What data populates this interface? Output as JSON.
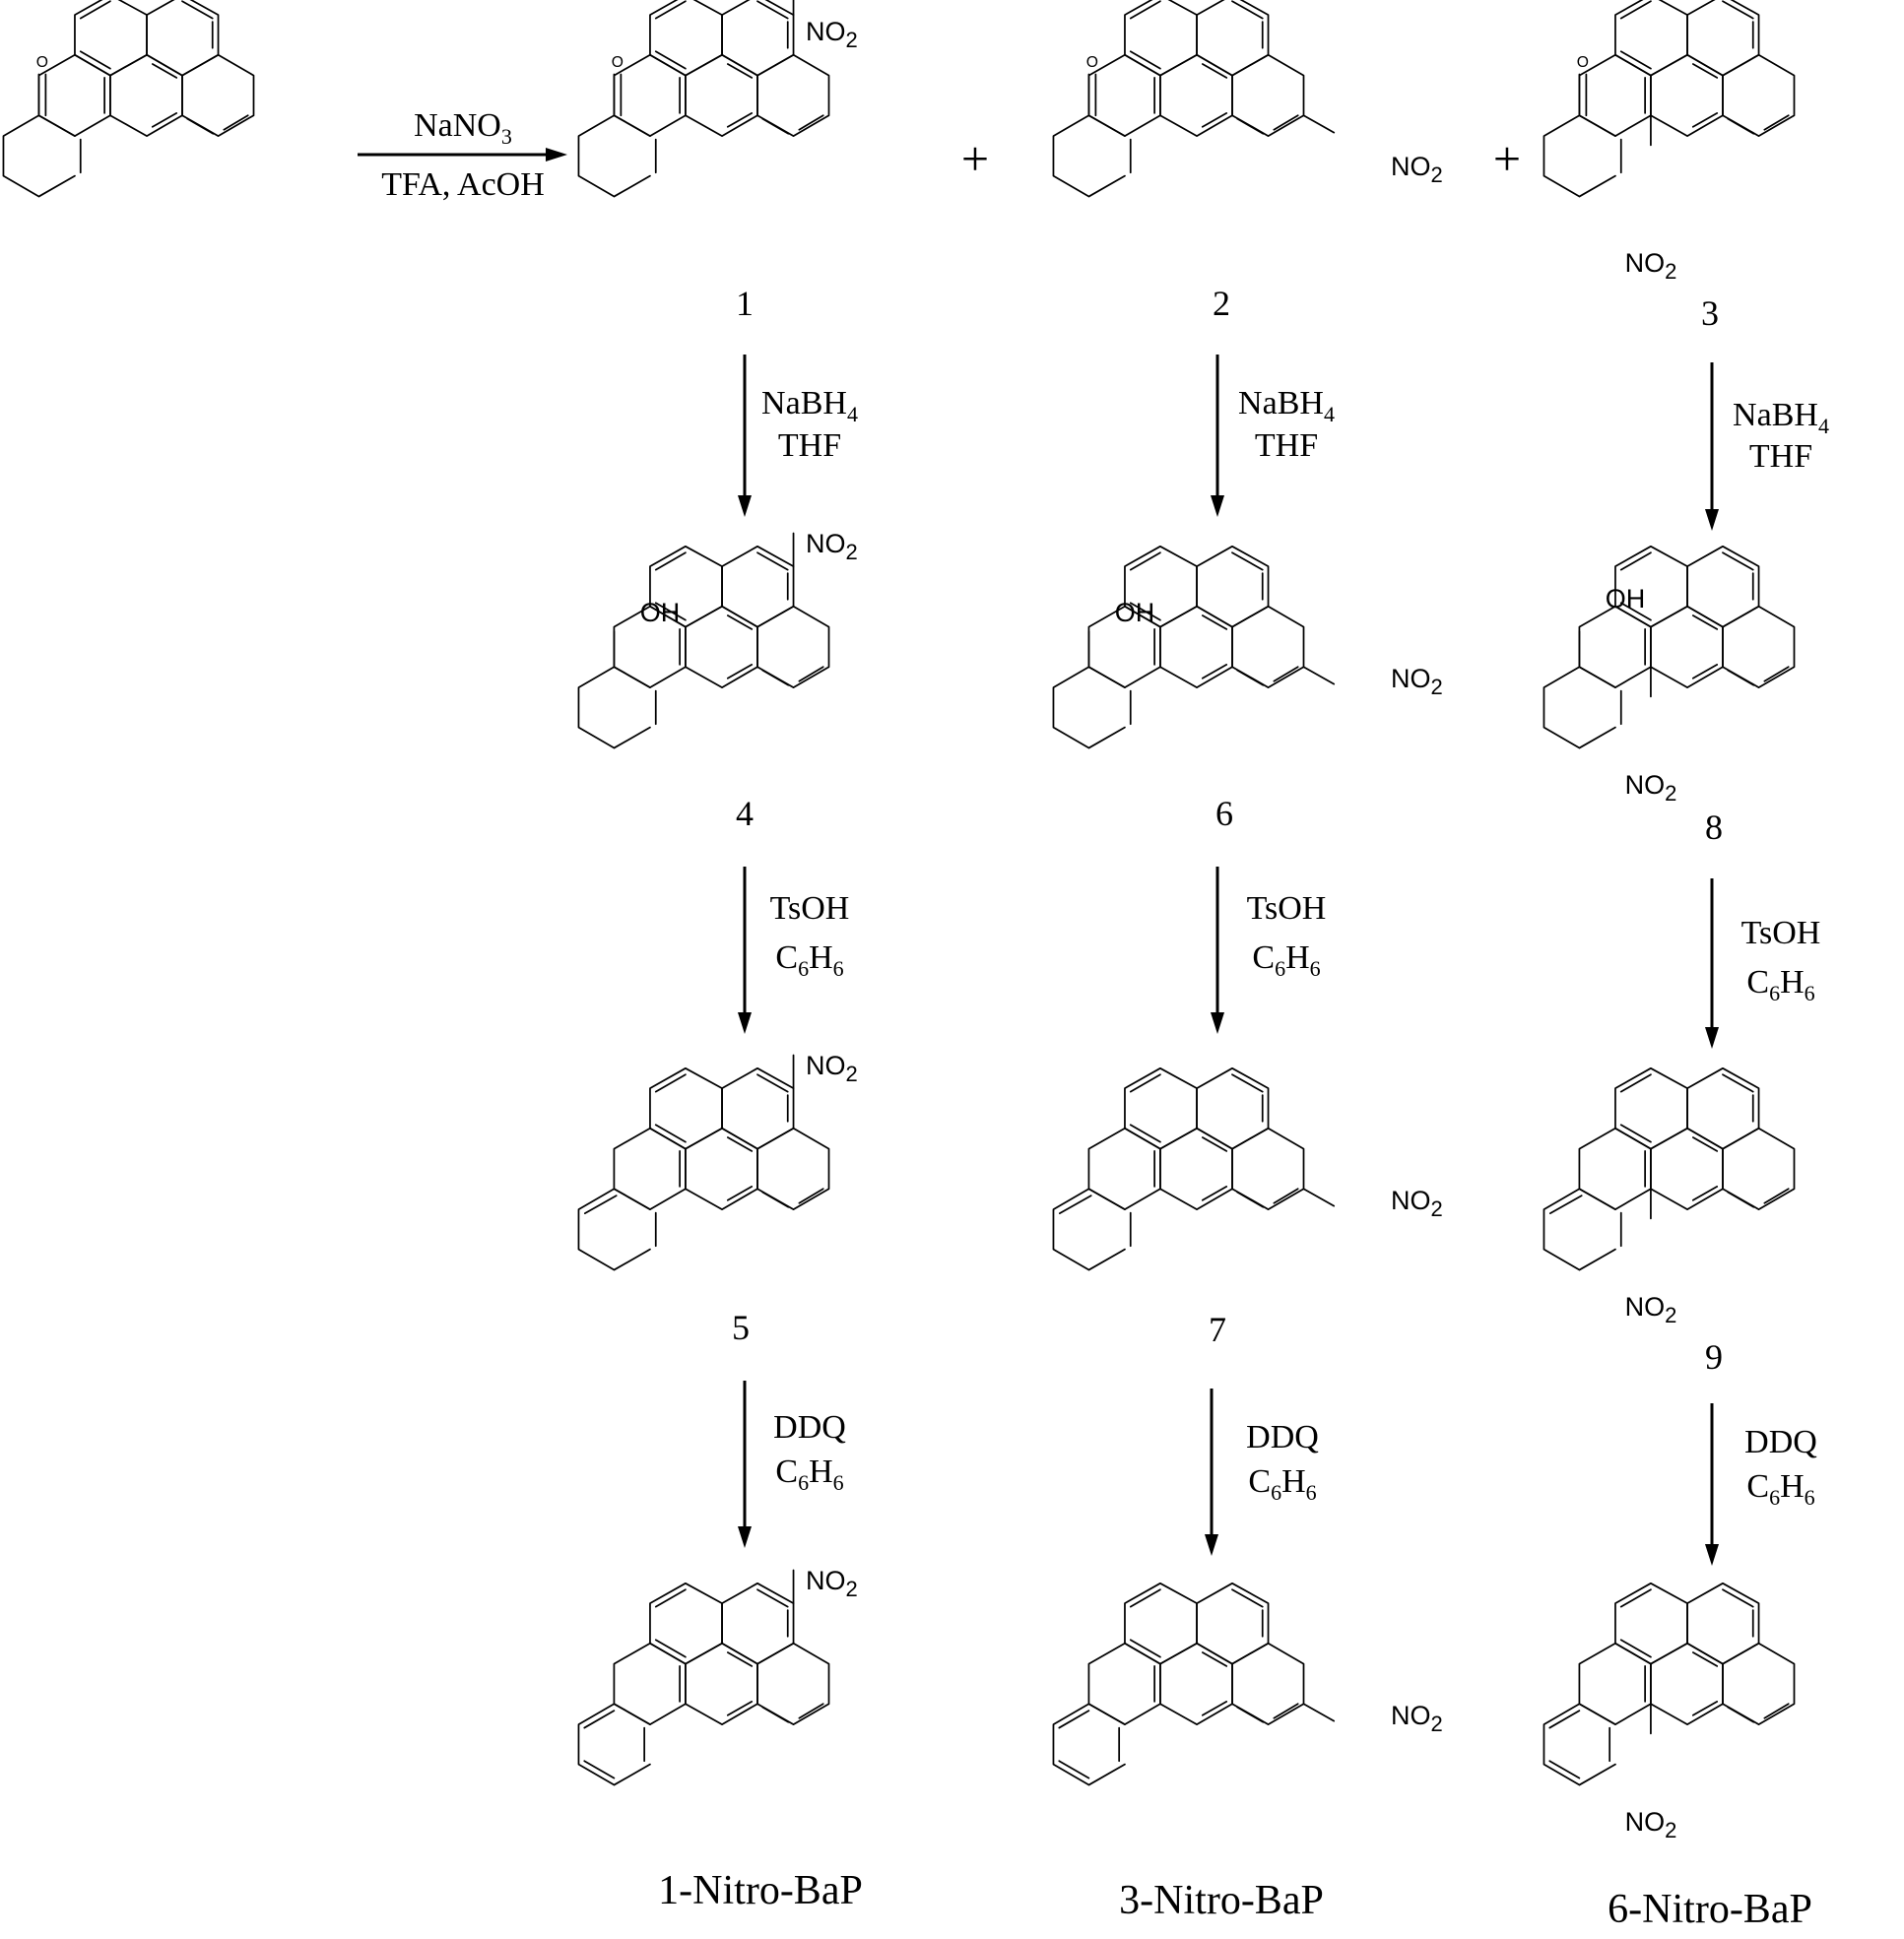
{
  "reagents": {
    "step0": {
      "line1_main": "NaNO",
      "line1_sub": "3",
      "line2": "TFA, AcOH"
    },
    "reduction": {
      "line1_main": "NaBH",
      "line1_sub": "4",
      "line2": "THF"
    },
    "dehydration": {
      "line1": "TsOH",
      "c": "C",
      "six_a": "6",
      "h": "H",
      "six_b": "6"
    },
    "oxidation": {
      "line1": "DDQ",
      "c": "C",
      "six_a": "6",
      "h": "H",
      "six_b": "6"
    }
  },
  "atoms": {
    "oxygen": "O",
    "hydroxyl": "OH",
    "nitro_main": "NO",
    "nitro_sub": "2"
  },
  "plus_sign": "+",
  "compound_numbers": [
    "1",
    "2",
    "3",
    "4",
    "6",
    "8",
    "5",
    "7",
    "9"
  ],
  "products": [
    "1-Nitro-BaP",
    "3-Nitro-BaP",
    "6-Nitro-BaP"
  ]
}
